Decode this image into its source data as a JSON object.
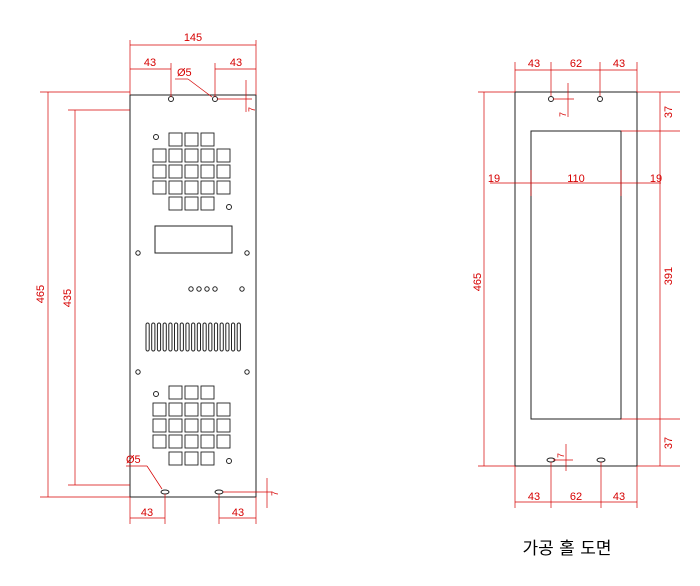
{
  "front_view": {
    "dims": {
      "overall_width": "145",
      "hole_offset_left": "43",
      "hole_offset_right": "43",
      "hole_diameter_top": "Ø5",
      "hole_edge_offset_top": "7",
      "overall_height": "465",
      "inner_height": "435",
      "hole_diameter_bottom": "Ø5",
      "hole_edge_offset_bottom": "7",
      "bottom_offset_left": "43",
      "bottom_offset_right": "43"
    }
  },
  "cutout_view": {
    "dims": {
      "top_left": "43",
      "top_mid": "62",
      "top_right": "43",
      "top_hole_offset": "7",
      "top_margin": "37",
      "side_left": "19",
      "window_width": "110",
      "side_right": "19",
      "overall_height": "465",
      "window_height": "391",
      "bottom_margin": "37",
      "bottom_hole_offset": "7",
      "bottom_left": "43",
      "bottom_mid": "62",
      "bottom_right": "43"
    },
    "caption": "가공 홀 도면"
  },
  "colors": {
    "dimension": "#d60000",
    "outline": "#222222"
  }
}
